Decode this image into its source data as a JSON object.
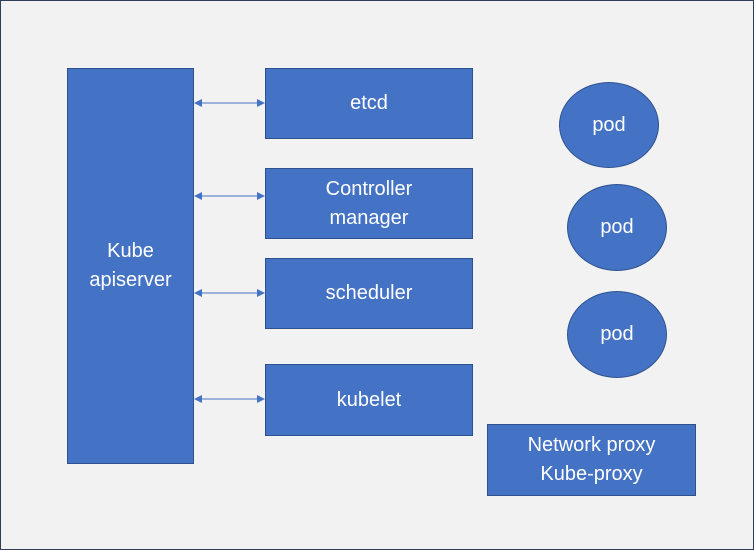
{
  "colors": {
    "background": "#f2f2f2",
    "box_fill": "#4472c4",
    "box_border": "#2f528f",
    "arrow": "#4472c4",
    "text": "#ffffff"
  },
  "apiserver": {
    "line1": "Kube",
    "line2": "apiserver"
  },
  "components": {
    "etcd": "etcd",
    "controller_line1": "Controller",
    "controller_line2": "manager",
    "scheduler": "scheduler",
    "kubelet": "kubelet"
  },
  "pods": [
    "pod",
    "pod",
    "pod"
  ],
  "network_proxy": {
    "line1": "Network proxy",
    "line2": "Kube-proxy"
  }
}
